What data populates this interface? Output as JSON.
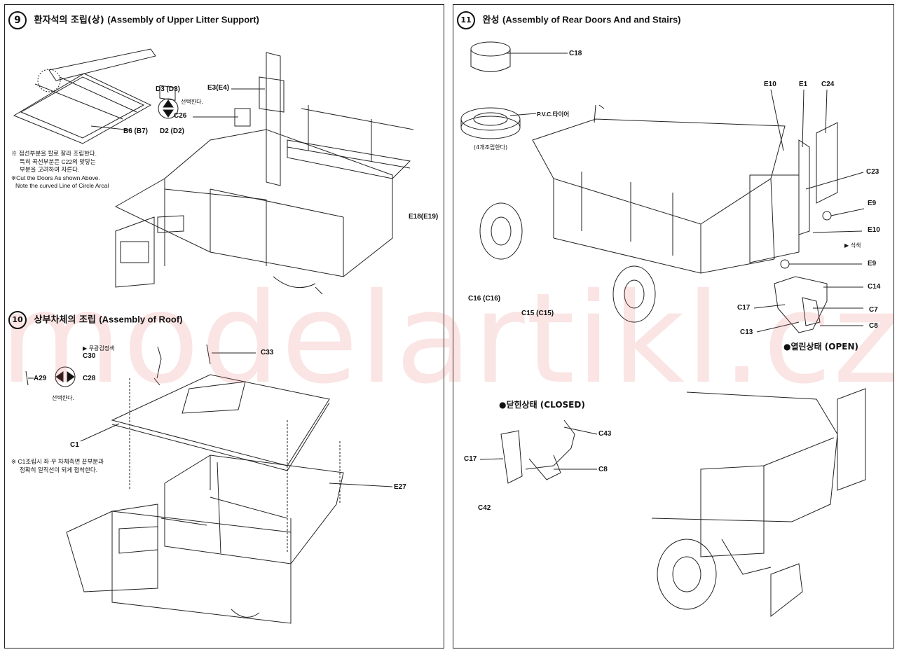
{
  "watermark": "modelartikl.cz",
  "steps": {
    "s9": {
      "num": "9",
      "title_ko": "환자석의 조립(상)",
      "title_en": "(Assembly of Upper Litter Support)",
      "parts": {
        "d3": "D3 (D3)",
        "e3": "E3(E4)",
        "c26": "C26",
        "d2": "D2 (D2)",
        "b6": "B6 (B7)",
        "e18": "E18(E19)"
      },
      "select_ko": "선택한다.",
      "note_ko_1": "※ 점선부분을 칼로 잘라 조립한다.",
      "note_ko_2": "특히 곡선부분은 C22의 맞닿는",
      "note_ko_3": "부분을 고려하여 자른다.",
      "note_en_1": "※Cut the Doors As shown Above.",
      "note_en_2": "Note the curved Line of Circle Arcal"
    },
    "s10": {
      "num": "10",
      "title_ko": "상부차체의 조립",
      "title_en": "(Assembly of Roof)",
      "parts": {
        "c30": "C30",
        "c33": "C33",
        "a29": "A29",
        "c28": "C28",
        "c1": "C1",
        "e27": "E27"
      },
      "note_c30": "▶ 무광검정색",
      "select_ko": "선택한다.",
      "note_1": "※ C1조립시 좌·우 차체측면 끝부분과",
      "note_2": "정확히 일직선이 되게 접착한다."
    },
    "s11": {
      "num": "11",
      "title_ko": "완성",
      "title_en": "(Assembly of Rear Doors And and Stairs)",
      "parts": {
        "c18": "C18",
        "pvc": "P.V.C.타이어",
        "e10_top": "E10",
        "e1": "E1",
        "c24": "C24",
        "c23": "C23",
        "e9_a": "E9",
        "e10_b": "E10",
        "e9_b": "E9",
        "c14": "C14",
        "c17_open": "C17",
        "c7": "C7",
        "c8_open": "C8",
        "c13": "C13",
        "c16": "C16 (C16)",
        "c15": "C15 (C15)",
        "c43": "C43",
        "c17_closed": "C17",
        "c8_closed": "C8",
        "c42": "C42"
      },
      "tire_note": "(4개조립한다)",
      "silver_note": "▶ 석색",
      "open_label": "●열린상태 (OPEN)",
      "closed_label": "●닫힌상태 (CLOSED)"
    }
  }
}
